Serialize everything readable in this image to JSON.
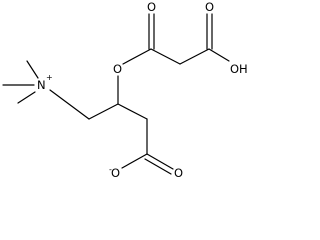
{
  "molecule": {
    "atom_labels": {
      "upper_ester_carbonyl_o": "O",
      "acid_carbonyl_o": "O",
      "ester_o": "O",
      "hydroxyl": "OH",
      "ammonium_n": "N",
      "ammonium_charge": "+",
      "carboxylate_o_single": "O",
      "carboxylate_charge": "-",
      "carboxylate_o_double": "O"
    }
  }
}
